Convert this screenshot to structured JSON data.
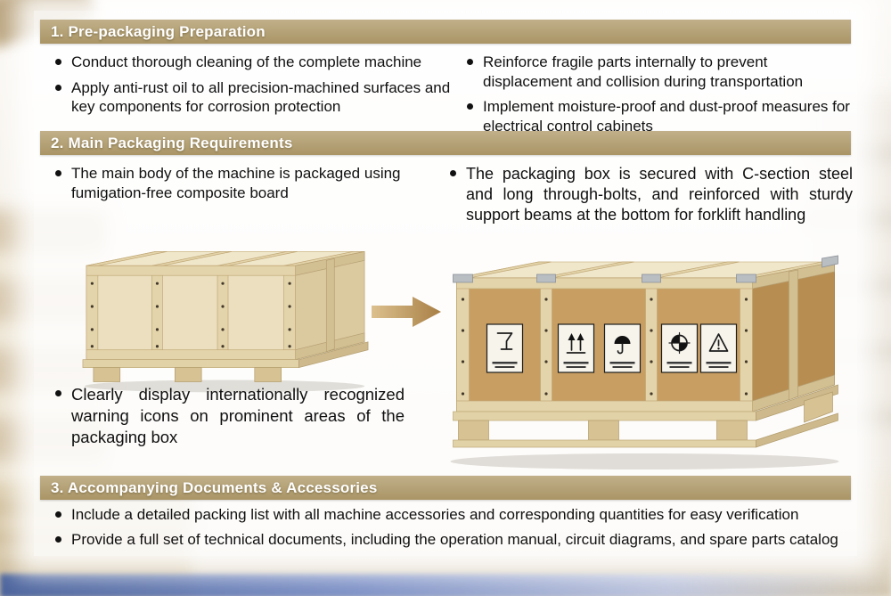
{
  "colors": {
    "header_bg": "#a99565",
    "header_bg_light": "#c1b08a",
    "header_text": "#ffffff",
    "body_text": "#101010",
    "arrow_start": "#dcc08e",
    "arrow_end": "#a87f45",
    "plywood_light": "#ebdfbf",
    "cardboard": "#c89e63"
  },
  "sections": {
    "s1": {
      "title": "1. Pre-packaging Preparation",
      "left_bullets": [
        "Conduct thorough cleaning of the complete machine",
        "Apply anti-rust oil to all precision-machined surfaces and key components for corrosion protection"
      ],
      "right_bullets": [
        "Reinforce fragile parts internally to prevent displacement and collision during transportation",
        "Implement moisture-proof and dust-proof measures for electrical control cabinets"
      ]
    },
    "s2": {
      "title": "2. Main Packaging Requirements",
      "left_bullet_top": "The main body of the machine is packaged using fumigation-free composite board",
      "left_bullet_bottom": "Clearly display internationally recognized warning icons on prominent areas of the packaging box",
      "right_bullet": "The packaging box is secured with C-section steel and long through-bolts, and reinforced with sturdy support beams at the bottom for forklift handling"
    },
    "s3": {
      "title": "3. Accompanying Documents & Accessories",
      "bullets": [
        "Include a detailed packing list with all machine accessories and corresponding quantities for easy verification",
        "Provide a full set of technical documents, including the operation manual, circuit diagrams, and spare parts catalog"
      ]
    }
  },
  "figures": {
    "left_crate": "plywood-shipping-crate-on-pallet",
    "right_crate": "wooden-crate-with-warning-labels-on-pallet",
    "arrow": "right-arrow",
    "warning_labels": [
      "fragile-icon",
      "this-way-up-icon",
      "keep-dry-icon",
      "center-of-gravity-icon",
      "caution-icon"
    ]
  }
}
